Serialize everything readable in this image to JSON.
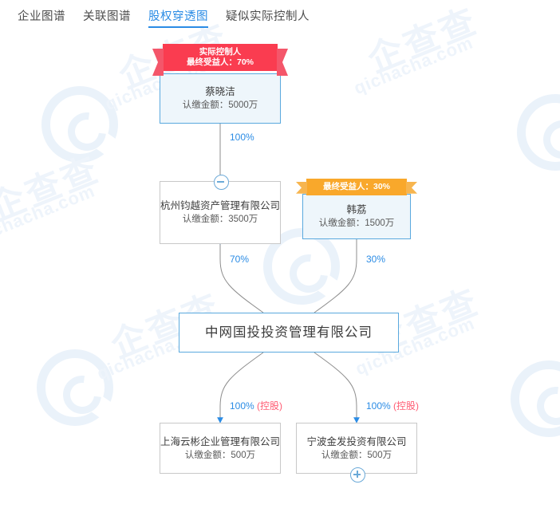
{
  "tabs": [
    {
      "label": "企业图谱",
      "active": false
    },
    {
      "label": "关联图谱",
      "active": false
    },
    {
      "label": "股权穿透图",
      "active": true
    },
    {
      "label": "疑似实际控制人",
      "active": false
    }
  ],
  "colors": {
    "accent": "#2b8ce5",
    "ribbon_red": "#fa3c50",
    "ribbon_orange": "#f9a82b",
    "holding_red": "#ff5b72",
    "node_person_bg": "#eef6fb",
    "node_border_blue": "#5aa9de",
    "node_border_gray": "#c8c8c8",
    "edge_gray": "#8d8d8d"
  },
  "watermark": {
    "cn": "企查查",
    "en": "qichacha.com",
    "logo_icon": "qichacha-c-logo"
  },
  "nodes": {
    "caixiaojie": {
      "name": "蔡晓洁",
      "amount": "认缴金额：5000万",
      "ribbon_line1": "实际控制人",
      "ribbon_line2": "最终受益人：70%"
    },
    "hangzhou_junyue": {
      "name": "杭州钧越资产管理有限公司",
      "amount": "认缴金额：3500万",
      "toggle": "collapse-minus"
    },
    "hanli": {
      "name": "韩荔",
      "amount": "认缴金额：1500万",
      "ribbon_line1": "最终受益人：30%"
    },
    "center": {
      "name": "中网国投投资管理有限公司"
    },
    "shanghai_yunbin": {
      "name": "上海云彬企业管理有限公司",
      "amount": "认缴金额：500万"
    },
    "ningbo_jinfa": {
      "name": "宁波金发投资有限公司",
      "amount": "认缴金额：500万",
      "toggle": "expand-plus"
    }
  },
  "edges": {
    "caixiaojie_to_junyue": "100%",
    "junyue_to_center": "70%",
    "hanli_to_center": "30%",
    "center_to_yunbin_pct": "100%",
    "center_to_yunbin_tag": "(控股)",
    "center_to_jinfa_pct": "100%",
    "center_to_jinfa_tag": "(控股)"
  }
}
